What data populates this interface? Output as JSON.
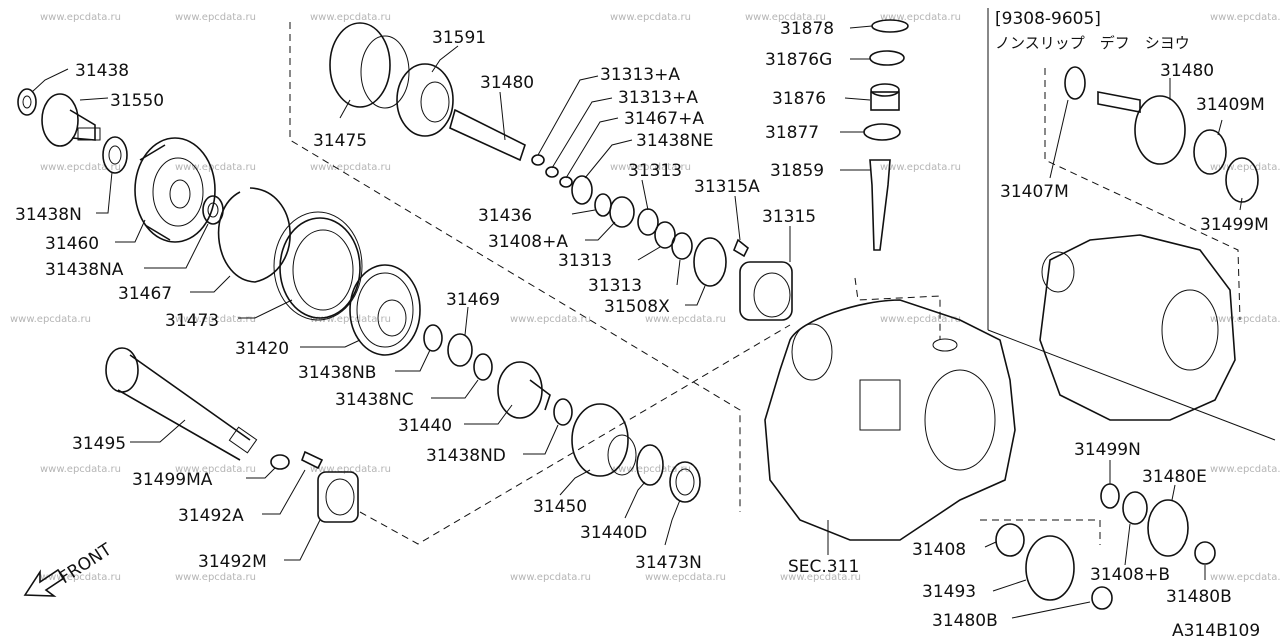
{
  "watermark": "www.epcdata.ru",
  "diagram_code": "A314B109",
  "inset": {
    "date_range": "[9308-9605]",
    "note": "ノンスリップ　デフ　シヨウ"
  },
  "front_label": "FRONT",
  "section_ref": "SEC.311",
  "parts": [
    "31438",
    "31550",
    "31438N",
    "31460",
    "31438NA",
    "31467",
    "31473",
    "31420",
    "31469",
    "31438NB",
    "31438NC",
    "31440",
    "31438ND",
    "31495",
    "31499MA",
    "31492A",
    "31492M",
    "31450",
    "31440D",
    "31473N",
    "31475",
    "31591",
    "31480",
    "31313+A",
    "31313+A",
    "31467+A",
    "31438NE",
    "31313",
    "31436",
    "31408+A",
    "31313",
    "31313",
    "31508X",
    "31315A",
    "31315",
    "31878",
    "31876G",
    "31876",
    "31877",
    "31859",
    "31480",
    "31409M",
    "31407M",
    "31499M",
    "31499N",
    "31480E",
    "31408",
    "31408+B",
    "31493",
    "31480B",
    "31480B"
  ]
}
